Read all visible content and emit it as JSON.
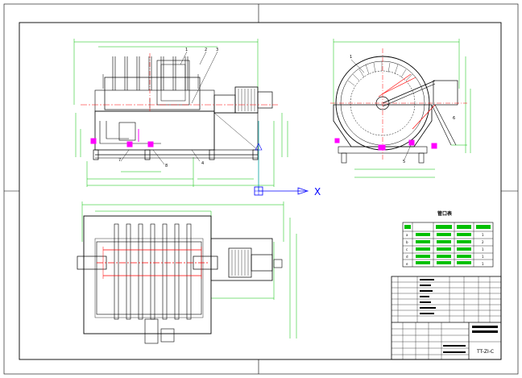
{
  "drawing": {
    "table_title": "管口表",
    "table_rows": [
      {
        "mark": "a",
        "size": "",
        "qty": "1"
      },
      {
        "mark": "b",
        "size": "",
        "qty": "2"
      },
      {
        "mark": "c",
        "size": "",
        "qty": "1"
      },
      {
        "mark": "d",
        "size": "",
        "qty": "1"
      },
      {
        "mark": "e",
        "size": "",
        "qty": "1"
      }
    ],
    "title_block": {
      "drawing_no": "TT-ZI-C"
    },
    "axis": {
      "x_label": "X"
    },
    "callouts": [
      "1",
      "2",
      "3",
      "4",
      "5",
      "6",
      "7",
      "8"
    ]
  },
  "colors": {
    "outline": "#000000",
    "dimension": "#00c000",
    "centerline": "#ff0000",
    "highlight": "#ff00ff",
    "axis": "#0000ff",
    "axis_y": "#00a0a0"
  }
}
